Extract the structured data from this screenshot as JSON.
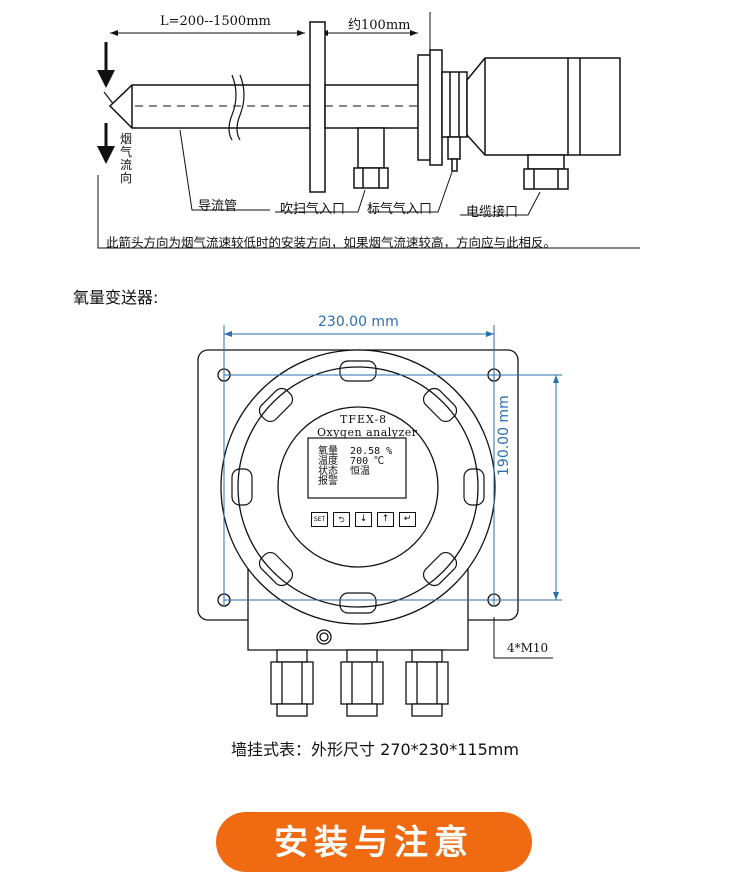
{
  "probe_diagram": {
    "length_label": "L=200--1500mm",
    "approx_label": "约100mm",
    "flow_label": "烟\n气\n流\n向",
    "guide_tube_label": "导流管",
    "purge_inlet_label": "吹扫气入口",
    "cal_inlet_label": "标气气入口",
    "cable_label": "电缆接口",
    "note": "此箭头方向为烟气流速较低时的安装方向，如果烟气流速较高，方向应与此相反。"
  },
  "transmitter": {
    "section_title": "氧量变送器:",
    "width_label": "230.00 mm",
    "height_label": "190.00 mm",
    "bolt_label": "4*M10",
    "model": "TFEX-8",
    "subtitle": "Oxygen analyzer",
    "display": {
      "row1_label": "氧量",
      "row1_value": "20.58 %",
      "row2_label": "温度",
      "row2_value": "700  ℃",
      "row3_label": "状态",
      "row3_value": "恒温",
      "row4_label": "报警"
    },
    "keys": [
      "SET",
      "⮌",
      "↓",
      "↑",
      "↵"
    ]
  },
  "caption": "墙挂式表：外形尺寸 270*230*115mm",
  "cta_text": "安装与注意"
}
